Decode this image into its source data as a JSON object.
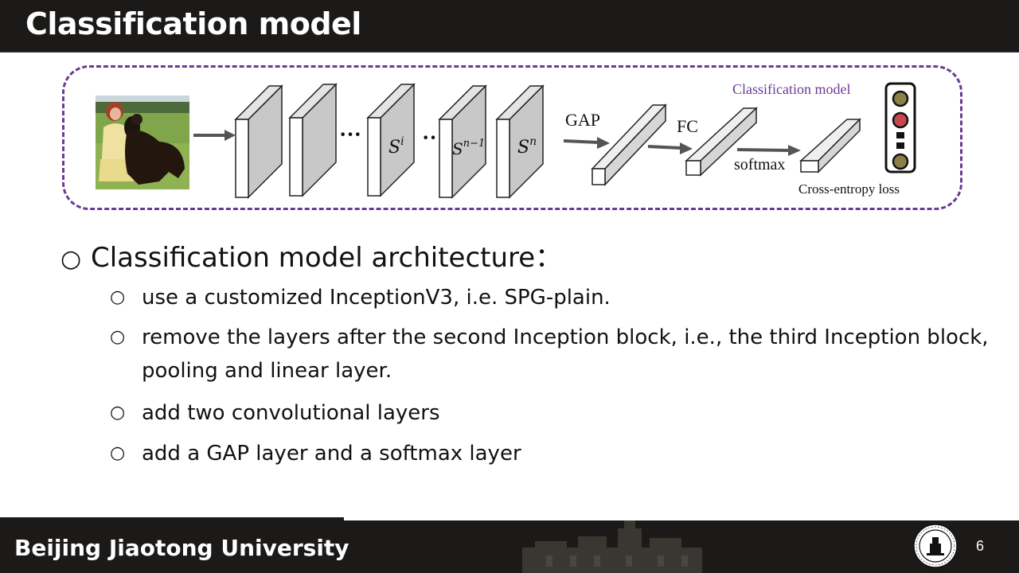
{
  "header": {
    "title": "Classification model"
  },
  "diagram": {
    "frame_label": "Classification model",
    "dots_1": "···",
    "dots_2": "··",
    "layer_labels": [
      "S",
      "S",
      "S"
    ],
    "layer_superscripts": [
      "i",
      "n−1",
      "n"
    ],
    "gap_label": "GAP",
    "fc_label": "FC",
    "softmax_label": "softmax",
    "loss_label": "Cross-entropy loss",
    "accent_color": "#6a3b94",
    "output_node_colors": [
      "#8b8048",
      "#c8474a",
      "#111111",
      "#8b8048"
    ]
  },
  "content": {
    "main_marker": "○",
    "main_heading": "Classification model architecture：",
    "sub_marker": "○",
    "sub_items": [
      "use a customized InceptionV3, i.e. SPG-plain.",
      "remove the layers after the second Inception block, i.e., the third Inception block, pooling and linear layer.",
      "add two convolutional layers",
      "add a GAP layer and a softmax layer"
    ]
  },
  "footer": {
    "institution": "Beijing Jiaotong University",
    "page_number": "6",
    "logo_icon": "university-seal-icon",
    "decoration_icon": "campus-building-icon"
  }
}
